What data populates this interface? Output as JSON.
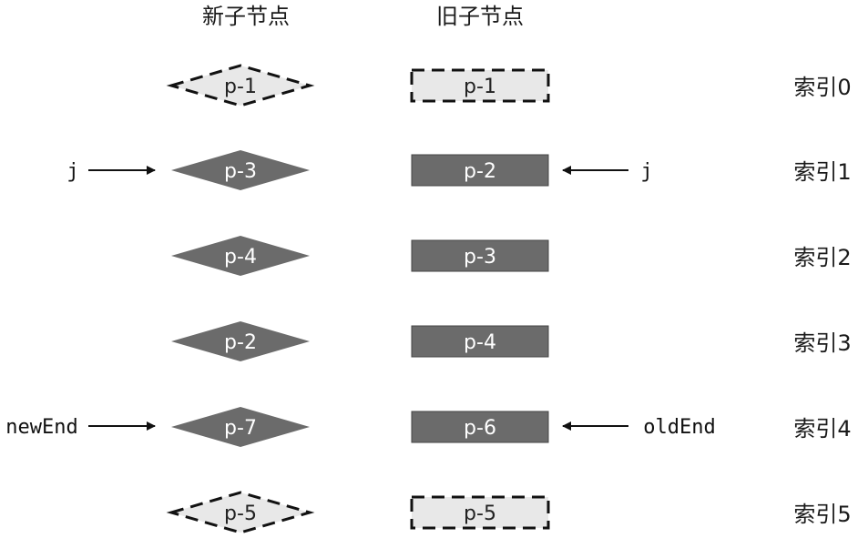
{
  "headers": {
    "new_children": "新子节点",
    "old_children": "旧子节点"
  },
  "new_nodes": [
    {
      "label": "p-1",
      "style": "ghost"
    },
    {
      "label": "p-3",
      "style": "solid"
    },
    {
      "label": "p-4",
      "style": "solid"
    },
    {
      "label": "p-2",
      "style": "solid"
    },
    {
      "label": "p-7",
      "style": "solid"
    },
    {
      "label": "p-5",
      "style": "ghost"
    }
  ],
  "old_nodes": [
    {
      "label": "p-1",
      "style": "ghost"
    },
    {
      "label": "p-2",
      "style": "solid"
    },
    {
      "label": "p-3",
      "style": "solid"
    },
    {
      "label": "p-4",
      "style": "solid"
    },
    {
      "label": "p-6",
      "style": "solid"
    },
    {
      "label": "p-5",
      "style": "ghost"
    }
  ],
  "indices": [
    "索引0",
    "索引1",
    "索引2",
    "索引3",
    "索引4",
    "索引5"
  ],
  "pointers": {
    "new_j": {
      "label": "j",
      "row": 1
    },
    "old_j": {
      "label": "j",
      "row": 1
    },
    "new_end": {
      "label": "newEnd",
      "row": 4
    },
    "old_end": {
      "label": "oldEnd",
      "row": 4
    }
  },
  "colors": {
    "solid_fill": "#6b6b6b",
    "ghost_fill": "#e8e8e8",
    "stroke": "#111111"
  }
}
